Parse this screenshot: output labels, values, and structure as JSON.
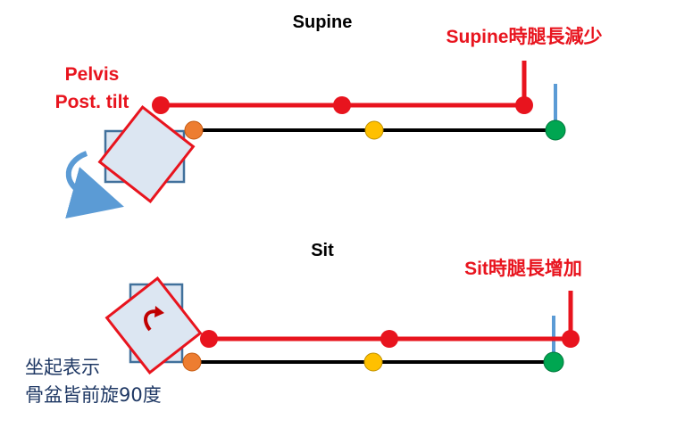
{
  "top_panel": {
    "title": "Supine",
    "caption": "Supine時腿長減少",
    "pelvis_label_line1": "Pelvis",
    "pelvis_label_line2": "Post. tilt"
  },
  "bottom_panel": {
    "title": "Sit",
    "caption": "Sit時腿長增加",
    "note_line1": "坐起表示",
    "note_line2": "骨盆皆前旋90度"
  },
  "colors": {
    "red": "#e8141e",
    "black": "#000000",
    "blue": "#5b9bd5",
    "box_fill": "#dce6f2",
    "box_stroke": "#41719c",
    "orange": "#ed7d31",
    "yellow": "#ffc000",
    "green": "#00a651",
    "navy": "#1f3864"
  }
}
